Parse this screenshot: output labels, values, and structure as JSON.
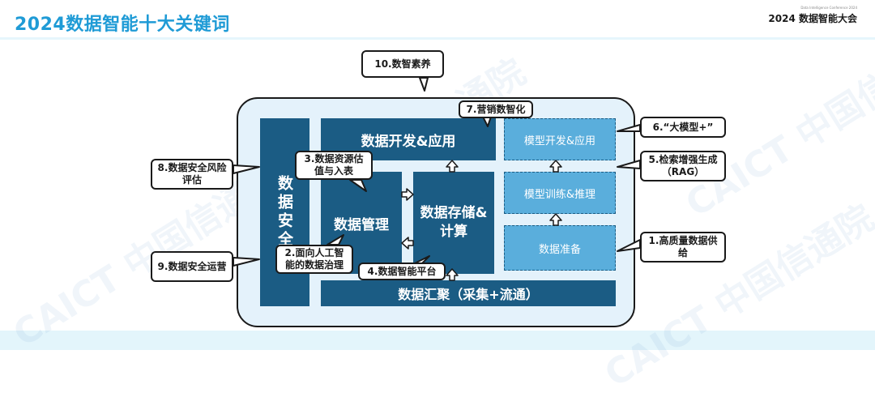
{
  "header": {
    "title": "2024数据智能十大关键词",
    "conference_en": "Data Intelligence Conference 2024",
    "conference_name": "2024 数据智能大会"
  },
  "watermark": "CAICT 中国信通院",
  "diagram": {
    "security_block": "数据安全",
    "dev_app_block": "数据开发&应用",
    "mgmt_block": "数据管理",
    "storage_block": "数据存储&计算",
    "convergence_block": "数据汇聚（采集+流通）",
    "model_dev": "模型开发&应用",
    "model_train": "模型训练&推理",
    "data_prep": "数据准备"
  },
  "callouts": {
    "c1": "1.高质量数据供给",
    "c2": "2.面向人工智能的数据治理",
    "c3": "3.数据资源估值与入表",
    "c4": "4.数据智能平台",
    "c5": "5.检索增强生成（RAG）",
    "c6": "6.“大模型+”",
    "c7": "7.营销数智化",
    "c8": "8.数据安全风险评估",
    "c9": "9.数据安全运营",
    "c10": "10.数智素养"
  },
  "colors": {
    "dark_block": "#1b5c84",
    "light_block": "#5aaedc",
    "container": "#e4f2fb",
    "title": "#1f9bd6"
  }
}
